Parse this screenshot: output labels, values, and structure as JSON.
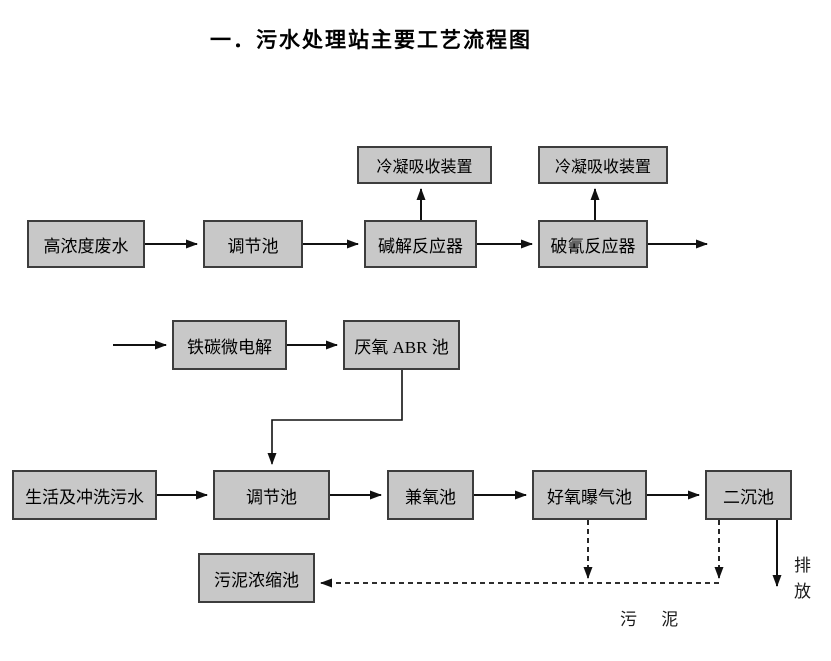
{
  "title": "一．污水处理站主要工艺流程图",
  "colors": {
    "background": "#ffffff",
    "box_fill": "#c8c8c8",
    "box_border": "#3d3d3d",
    "line": "#111111",
    "text": "#000000"
  },
  "nodes": {
    "high_concentration_wastewater": "高浓度废水",
    "regulating_tank_1": "调节池",
    "alkaline_hydrolysis_reactor": "碱解反应器",
    "cyanide_breaking_reactor": "破氰反应器",
    "condensation_absorption_unit_1": "冷凝吸收装置",
    "condensation_absorption_unit_2": "冷凝吸收装置",
    "iron_carbon_micro_electrolysis": "铁碳微电解",
    "anaerobic_abr_tank": "厌氧 ABR 池",
    "domestic_flushing_sewage": "生活及冲洗污水",
    "regulating_tank_2": "调节池",
    "facultative_tank": "兼氧池",
    "aerobic_aeration_tank": "好氧曝气池",
    "secondary_sedimentation_tank": "二沉池",
    "sludge_thickening_tank": "污泥浓缩池"
  },
  "labels": {
    "discharge": "排 放",
    "sludge": "污 泥"
  },
  "edges": [
    {
      "from": "高浓度废水",
      "to": "调节池",
      "style": "solid"
    },
    {
      "from": "调节池",
      "to": "碱解反应器",
      "style": "solid"
    },
    {
      "from": "碱解反应器",
      "to": "冷凝吸收装置",
      "style": "solid"
    },
    {
      "from": "碱解反应器",
      "to": "破氰反应器",
      "style": "solid"
    },
    {
      "from": "破氰反应器",
      "to": "冷凝吸收装置",
      "style": "solid"
    },
    {
      "from": "破氰反应器",
      "to": null,
      "style": "solid"
    },
    {
      "from": null,
      "to": "铁碳微电解",
      "style": "solid"
    },
    {
      "from": "铁碳微电解",
      "to": "厌氧 ABR 池",
      "style": "solid"
    },
    {
      "from": "厌氧 ABR 池",
      "to": "调节池",
      "style": "solid"
    },
    {
      "from": "生活及冲洗污水",
      "to": "调节池",
      "style": "solid"
    },
    {
      "from": "调节池",
      "to": "兼氧池",
      "style": "solid"
    },
    {
      "from": "兼氧池",
      "to": "好氧曝气池",
      "style": "solid"
    },
    {
      "from": "好氧曝气池",
      "to": "二沉池",
      "style": "solid"
    },
    {
      "from": "二沉池",
      "to": "排 放",
      "style": "solid"
    },
    {
      "from": "好氧曝气池",
      "to": "污泥浓缩池",
      "style": "dashed"
    },
    {
      "from": "二沉池",
      "to": "污泥浓缩池",
      "style": "dashed"
    }
  ]
}
